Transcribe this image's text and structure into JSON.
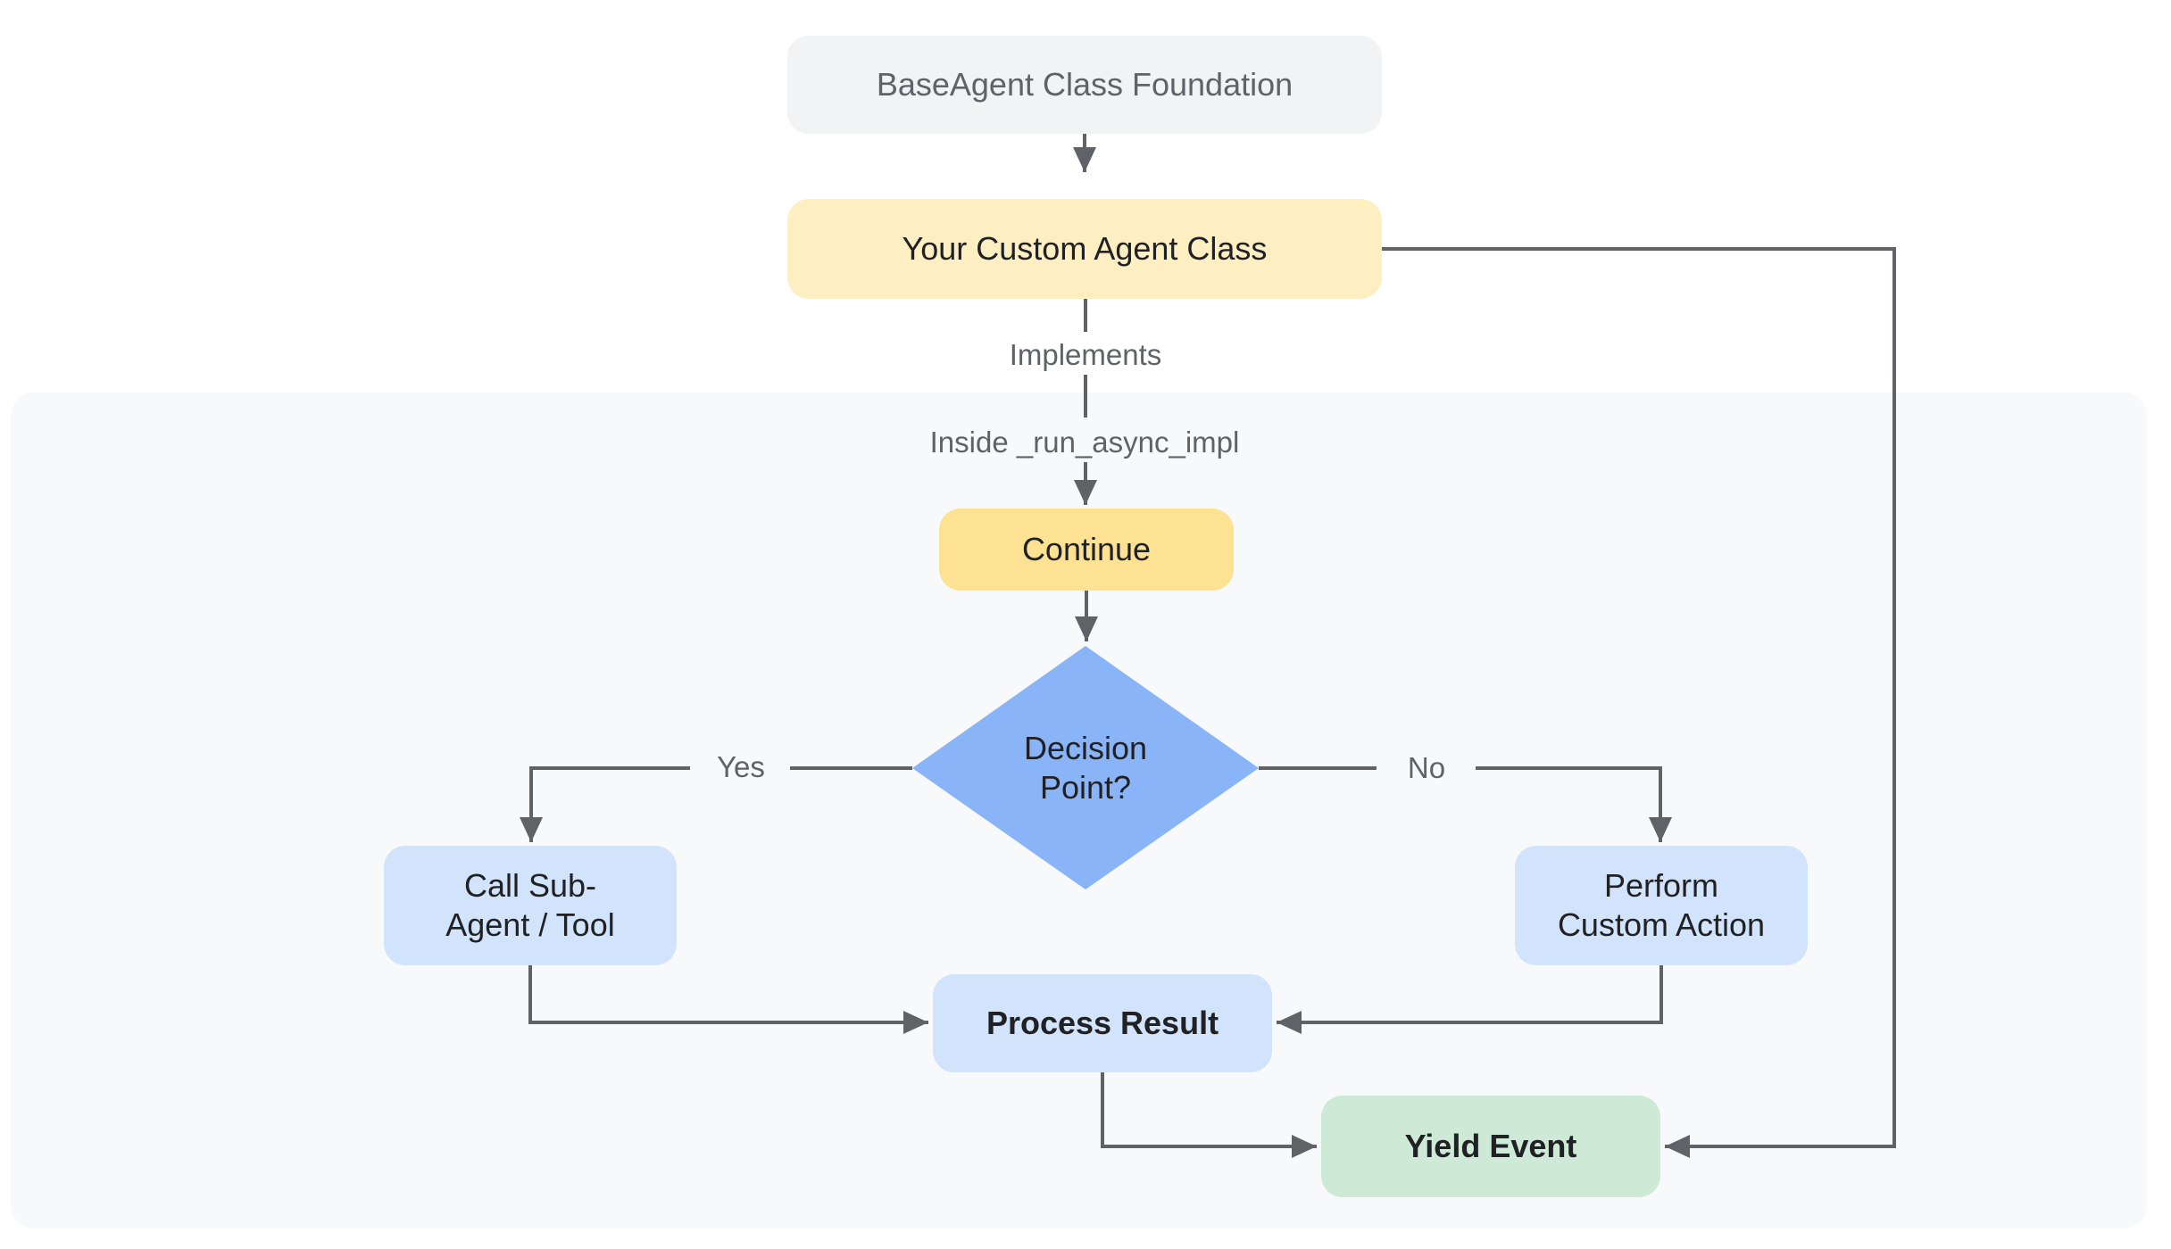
{
  "diagram": {
    "nodes": {
      "base_agent": {
        "label": "BaseAgent Class Foundation"
      },
      "custom_agent": {
        "label": "Your Custom Agent Class"
      },
      "continue_step": {
        "label": "Continue"
      },
      "decision": {
        "lines": [
          "Decision",
          "Point?"
        ]
      },
      "call_sub_agent": {
        "lines": [
          "Call Sub-",
          "Agent / Tool"
        ]
      },
      "perform_custom": {
        "lines": [
          "Perform",
          "Custom Action"
        ]
      },
      "process_result": {
        "label": "Process Result"
      },
      "yield_event": {
        "label": "Yield Event"
      }
    },
    "edge_labels": {
      "implements": "Implements",
      "inside_impl": "Inside _run_async_impl",
      "yes": "Yes",
      "no": "No"
    },
    "colors": {
      "page_bg": "#FFFFFF",
      "container_bg": "#F8F9FA",
      "gray_box": "#F1F3F4",
      "yellow_light": "#FEEFC3",
      "yellow": "#FDE293",
      "blue": "#8AB4F8",
      "blue_light": "#D2E3FC",
      "green": "#CEEAD6",
      "line": "#5F6368",
      "text_dark": "#202124",
      "text_gray": "#5F6368"
    }
  }
}
